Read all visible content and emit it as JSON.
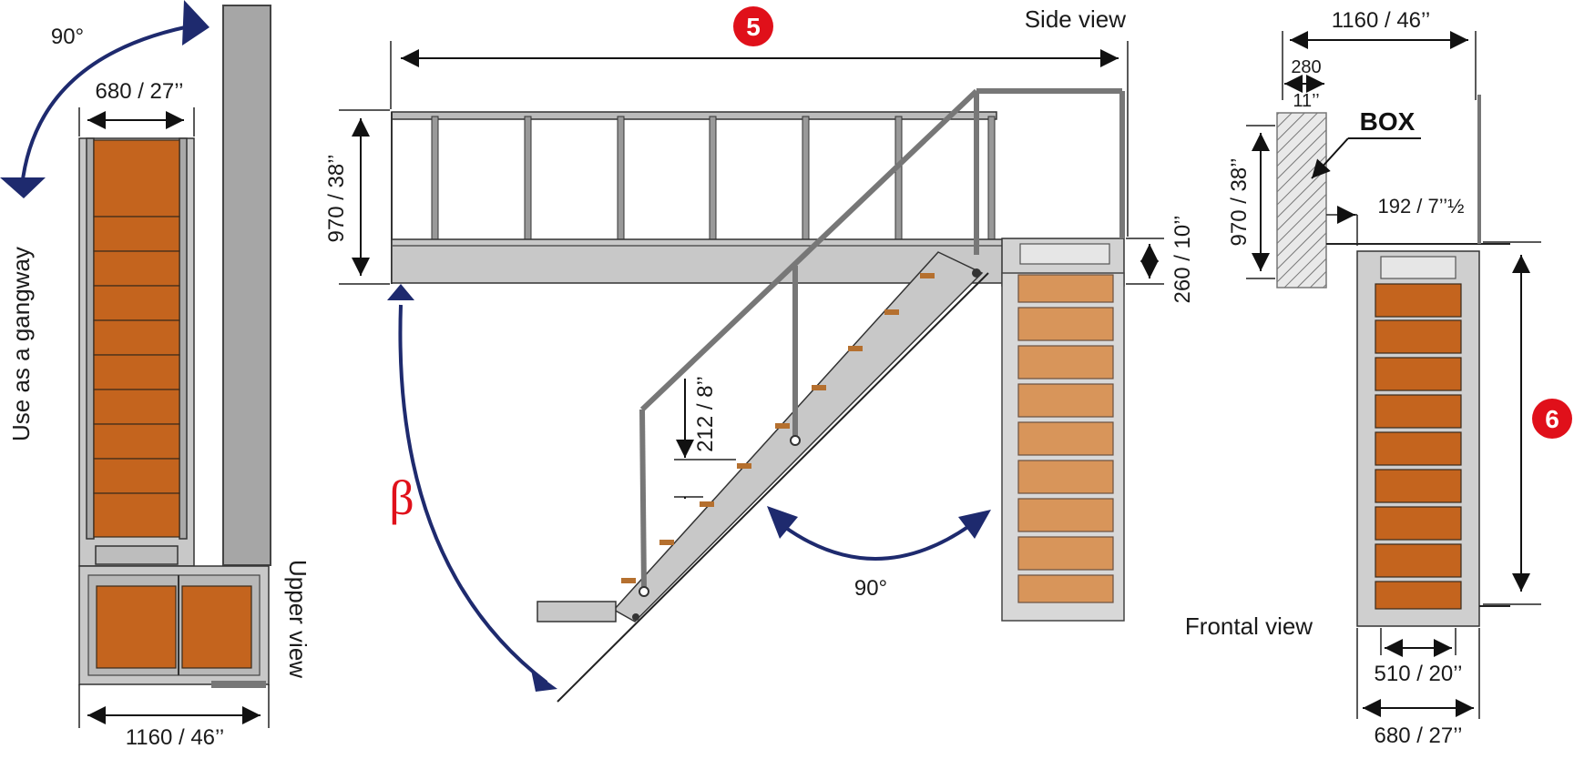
{
  "colors": {
    "accent_red": "#e0101a",
    "arrow_navy": "#1e2a6e",
    "wood": "#c4641e",
    "metal": "#c8c8c8"
  },
  "upper_view": {
    "angle_label": "90°",
    "width_top": "680 / 27’’",
    "width_bottom": "1160 / 46’’",
    "side_caption": "Use as a gangway",
    "view_caption": "Upper view"
  },
  "side_view": {
    "badge": "5",
    "view_caption": "Side view",
    "height_rail": "970 / 38’’",
    "height_platform": "260 / 10’’",
    "step_rise": "212 / 8’’",
    "angle_beta": "β",
    "angle_rotate": "90°"
  },
  "frontal_view": {
    "badge": "6",
    "width_top": "1160 / 46’’",
    "box_w1": "280",
    "box_w2": "11’’",
    "box_label": "BOX",
    "height_rail": "970 / 38’’",
    "gap": "192 / 7’’½",
    "width_inner": "510 / 20’’",
    "width_outer": "680 / 27’’",
    "view_caption": "Frontal view"
  }
}
